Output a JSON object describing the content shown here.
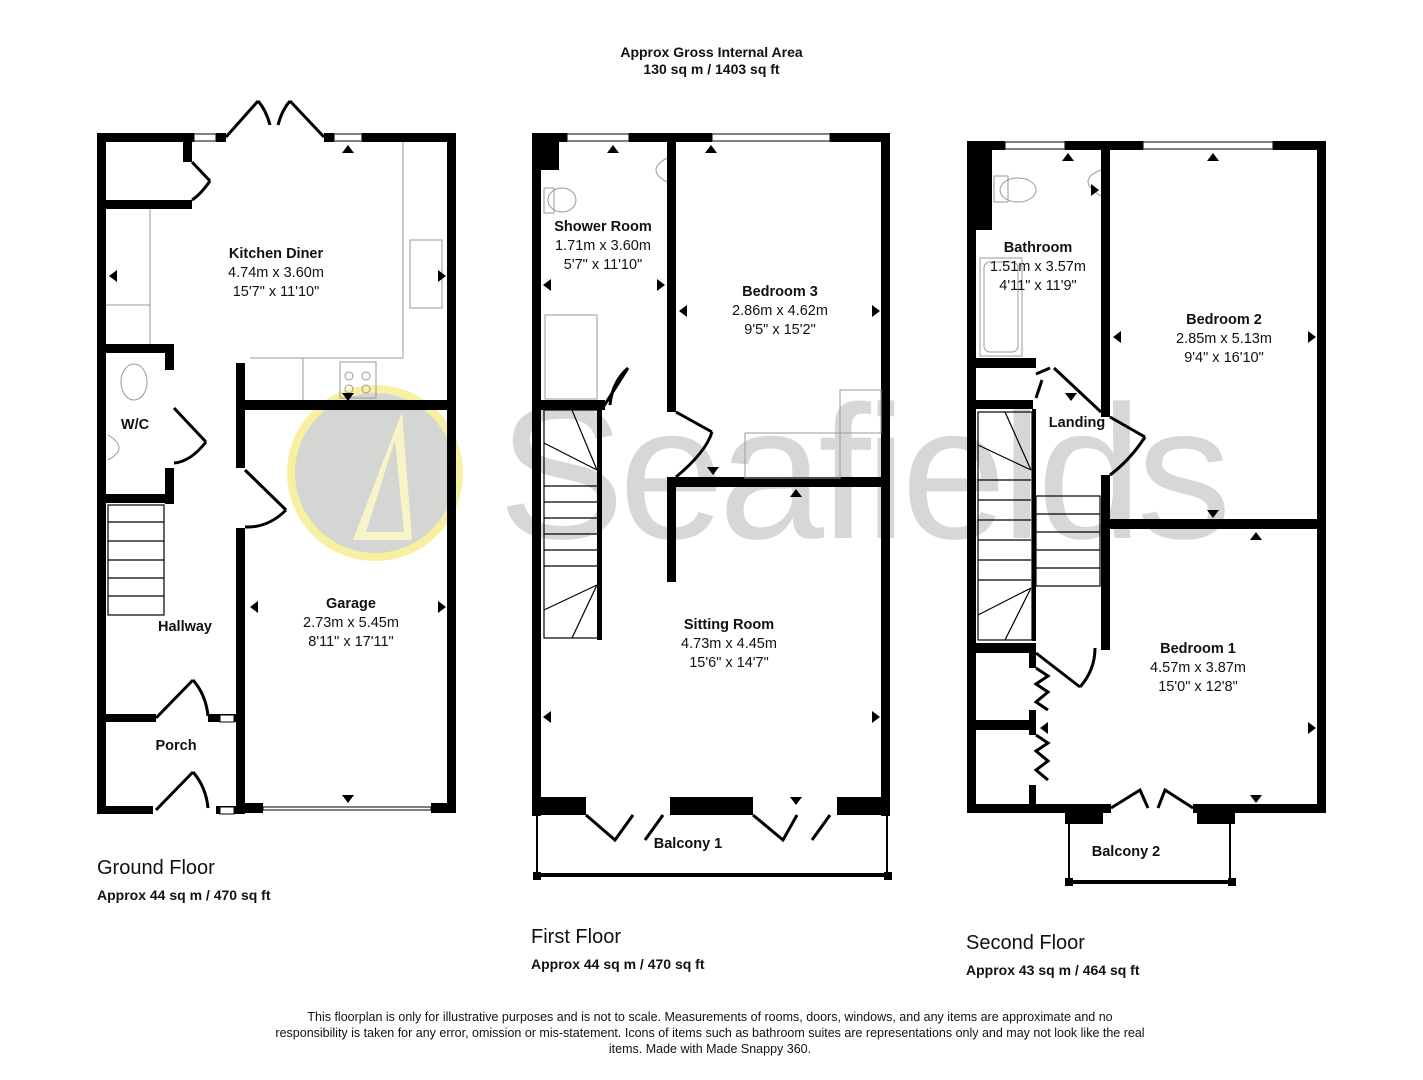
{
  "header": {
    "title": "Approx Gross Internal Area",
    "total_area": "130 sq m / 1403 sq ft"
  },
  "watermark": {
    "brand": "Seafields",
    "logo_icon": "sailboat-logo-icon",
    "logo_ring_color": "#f6f0a0",
    "logo_fill_color": "#c9ccc9"
  },
  "floors": [
    {
      "name": "Ground Floor",
      "area": "Approx 44 sq m / 470 sq ft",
      "rooms": [
        {
          "name": "Kitchen Diner",
          "metric": "4.74m x 3.60m",
          "imperial": "15'7\" x 11'10\""
        },
        {
          "name": "W/C",
          "metric": "",
          "imperial": ""
        },
        {
          "name": "Hallway",
          "metric": "",
          "imperial": ""
        },
        {
          "name": "Porch",
          "metric": "",
          "imperial": ""
        },
        {
          "name": "Garage",
          "metric": "2.73m x 5.45m",
          "imperial": "8'11\" x 17'11\""
        }
      ]
    },
    {
      "name": "First Floor",
      "area": "Approx 44 sq m / 470 sq ft",
      "rooms": [
        {
          "name": "Shower Room",
          "metric": "1.71m x 3.60m",
          "imperial": "5'7\" x 11'10\""
        },
        {
          "name": "Bedroom 3",
          "metric": "2.86m x 4.62m",
          "imperial": "9'5\" x 15'2\""
        },
        {
          "name": "Sitting Room",
          "metric": "4.73m x 4.45m",
          "imperial": "15'6\" x 14'7\""
        },
        {
          "name": "Balcony 1",
          "metric": "",
          "imperial": ""
        }
      ]
    },
    {
      "name": "Second Floor",
      "area": "Approx 43 sq m / 464 sq ft",
      "rooms": [
        {
          "name": "Bathroom",
          "metric": "1.51m x 3.57m",
          "imperial": "4'11\" x 11'9\""
        },
        {
          "name": "Bedroom 2",
          "metric": "2.85m x 5.13m",
          "imperial": "9'4\" x 16'10\""
        },
        {
          "name": "Landing",
          "metric": "",
          "imperial": ""
        },
        {
          "name": "Bedroom 1",
          "metric": "4.57m x 3.87m",
          "imperial": "15'0\" x 12'8\""
        },
        {
          "name": "Balcony 2",
          "metric": "",
          "imperial": ""
        }
      ]
    }
  ],
  "disclaimer": "This floorplan is only for illustrative purposes and is not to scale. Measurements of rooms, doors, windows, and any items are approximate and no responsibility is taken for any error, omission or mis-statement. Icons of items such as bathroom suites are representations only and may not look like the real items. Made with Made Snappy 360.",
  "colors": {
    "wall": "#000000",
    "background": "#ffffff",
    "fixture_line": "#999999"
  }
}
